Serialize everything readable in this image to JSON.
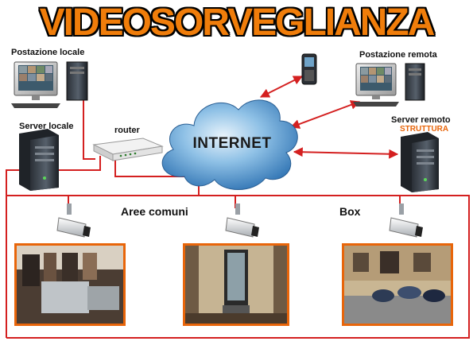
{
  "title": "VIDEOSORVEGLIANZA",
  "nodes": {
    "local_station": "Postazione locale",
    "remote_station": "Postazione remota",
    "local_server": "Server locale",
    "router": "router",
    "internet": "INTERNET",
    "remote_server": "Server remoto",
    "remote_server_sub": "STRUTTURA"
  },
  "zones": {
    "common_areas": "Aree comuni",
    "box": "Box"
  },
  "colors": {
    "title_fill": "#f07d0a",
    "link": "#d42020",
    "accent": "#e8650a",
    "cloud": "#4a90c8"
  },
  "icons": [
    "desktop-computer-icon",
    "tower-server-icon",
    "router-icon",
    "cloud-icon",
    "smartphone-icon",
    "security-camera-icon",
    "camera-photo-icon"
  ]
}
